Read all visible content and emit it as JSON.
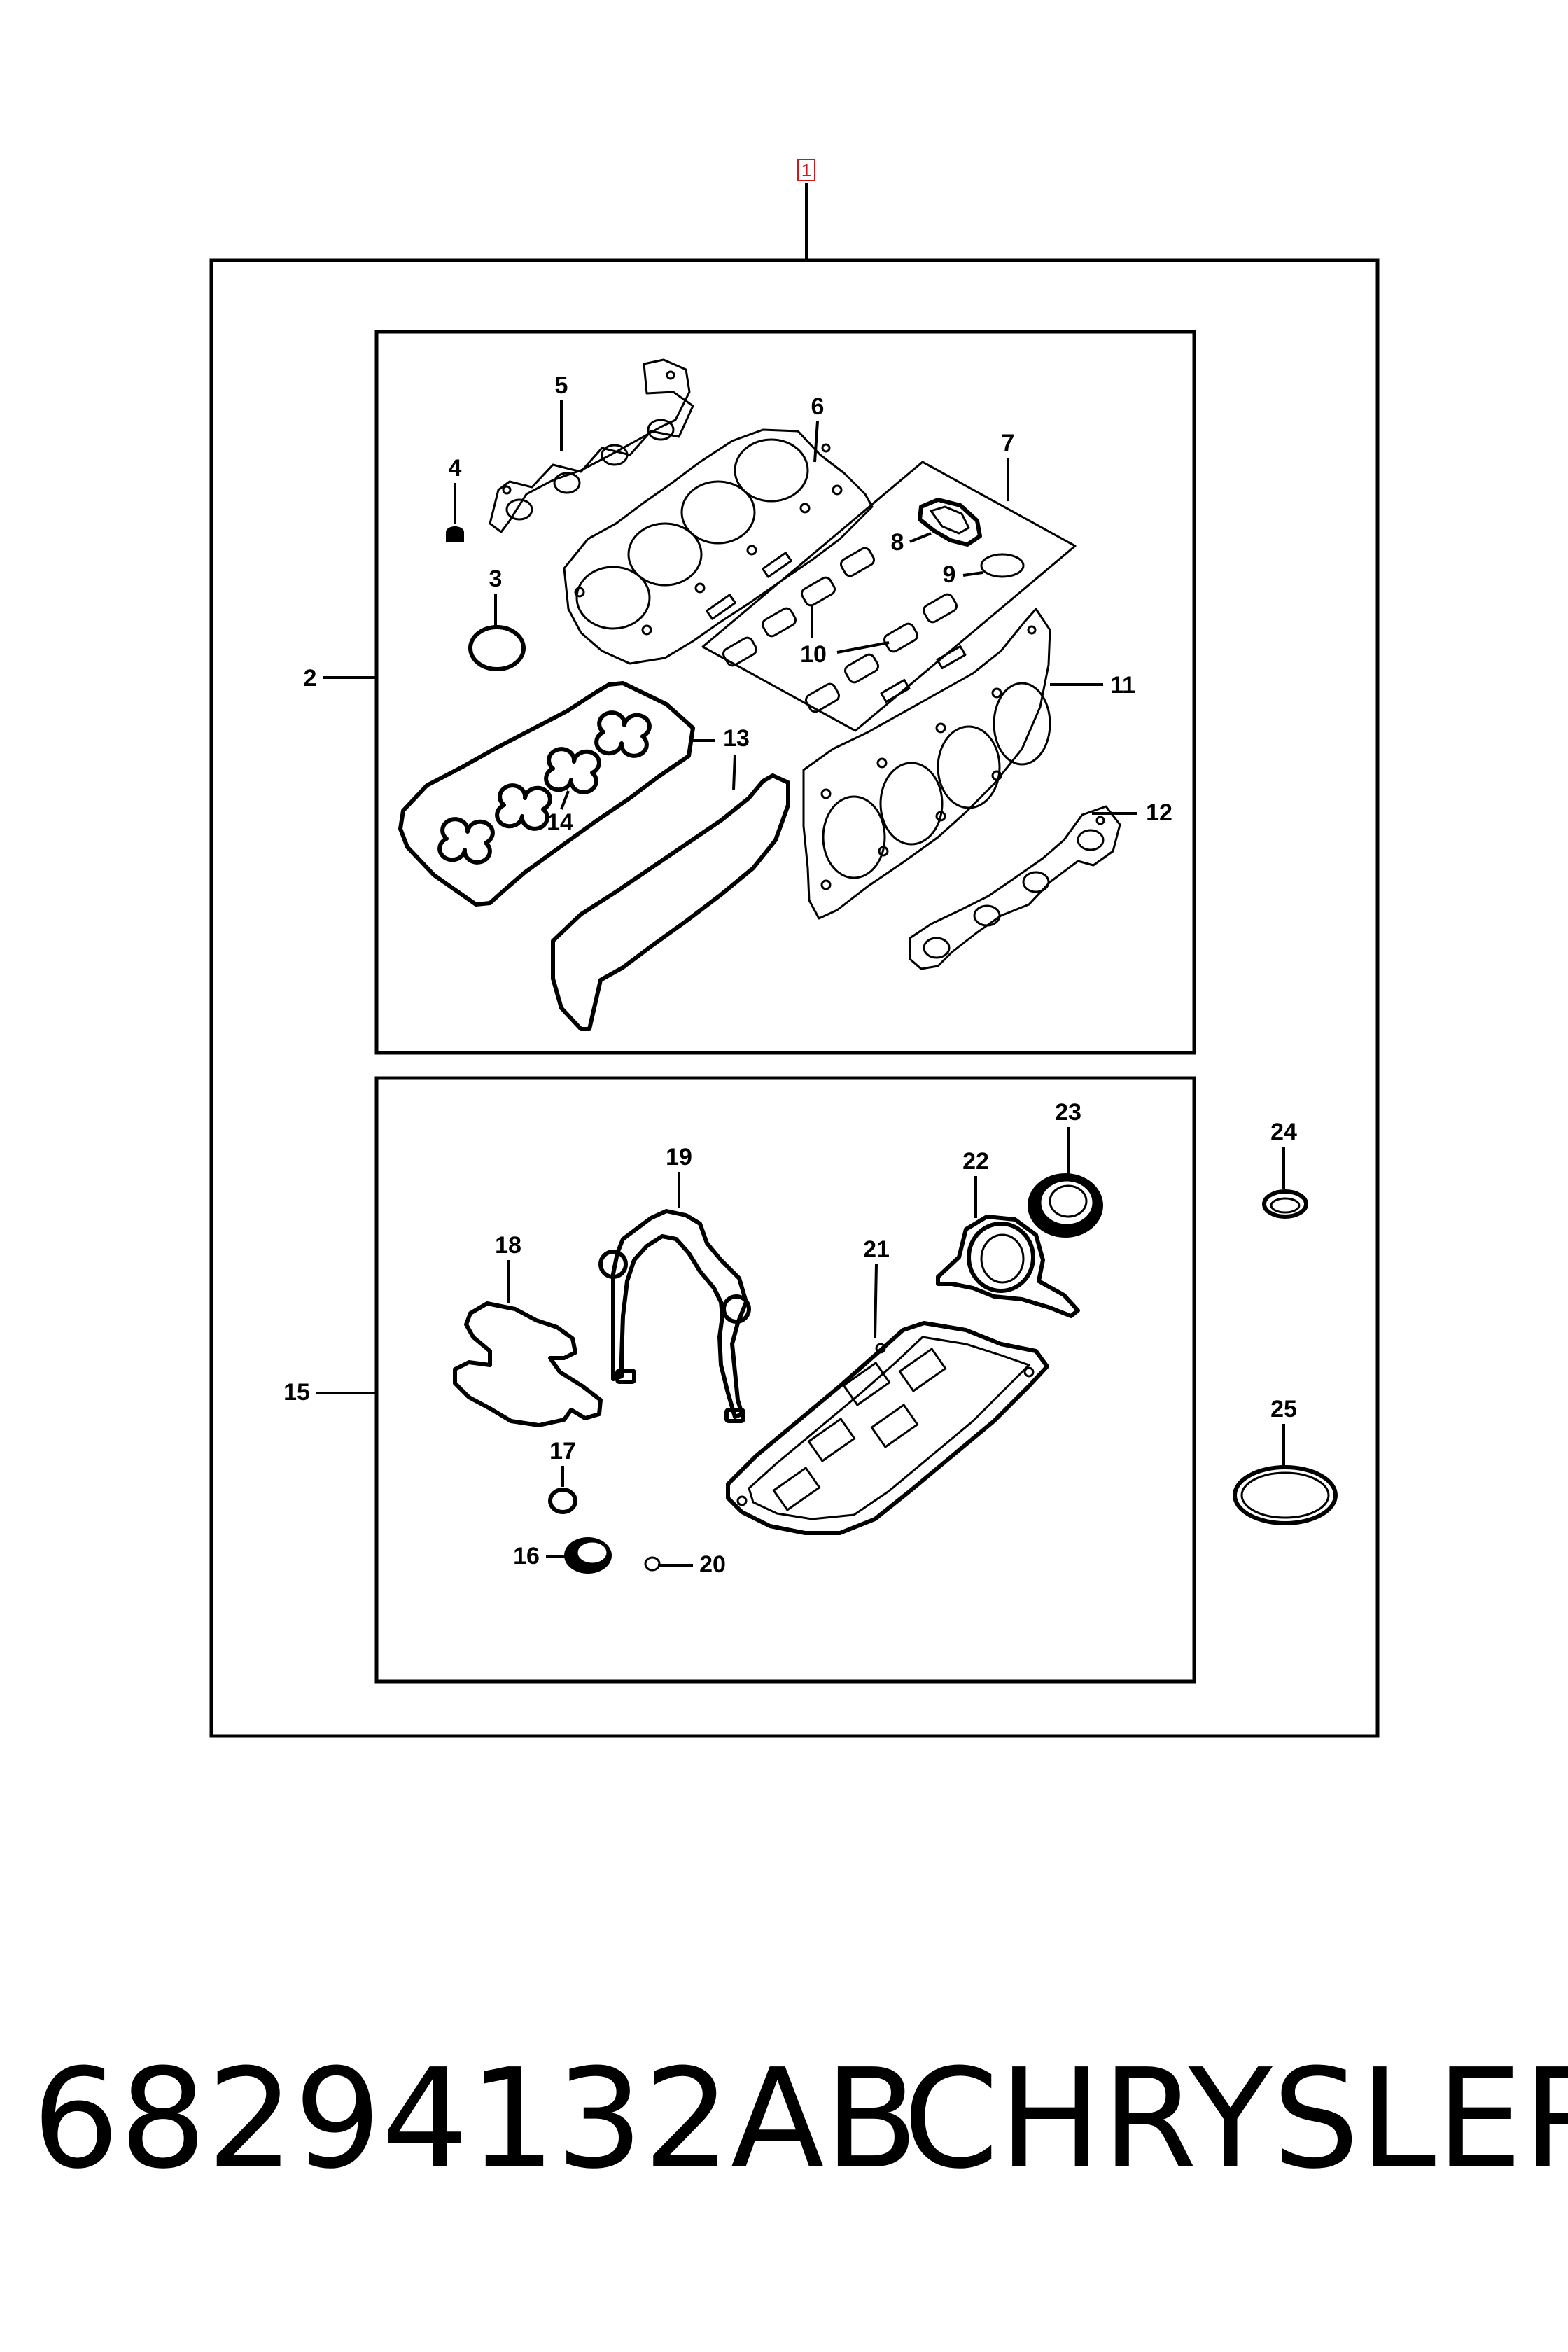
{
  "assembly": {
    "reference_label": "1"
  },
  "callouts": {
    "c2": "2",
    "c3": "3",
    "c4": "4",
    "c5": "5",
    "c6": "6",
    "c7": "7",
    "c8": "8",
    "c9": "9",
    "c10": "10",
    "c11": "11",
    "c12": "12",
    "c13": "13",
    "c14": "14",
    "c15": "15",
    "c16": "16",
    "c17": "17",
    "c18": "18",
    "c19": "19",
    "c20": "20",
    "c21": "21",
    "c22": "22",
    "c23": "23",
    "c24": "24",
    "c25": "25"
  },
  "footer": {
    "part_number": "68294132AB",
    "brand": "CHRYSLER"
  }
}
